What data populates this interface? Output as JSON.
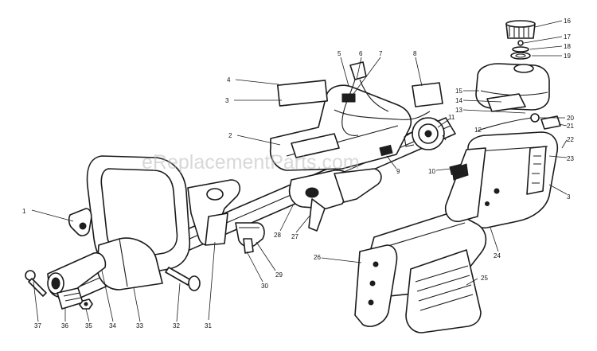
{
  "watermark": "eReplacementParts.com",
  "callouts": [
    {
      "id": "1",
      "label": "1"
    },
    {
      "id": "2",
      "label": "2"
    },
    {
      "id": "3a",
      "label": "3"
    },
    {
      "id": "3b",
      "label": "3"
    },
    {
      "id": "4",
      "label": "4"
    },
    {
      "id": "5",
      "label": "5"
    },
    {
      "id": "6",
      "label": "6"
    },
    {
      "id": "7",
      "label": "7"
    },
    {
      "id": "8",
      "label": "8"
    },
    {
      "id": "9",
      "label": "9"
    },
    {
      "id": "10",
      "label": "10"
    },
    {
      "id": "11",
      "label": "11"
    },
    {
      "id": "12",
      "label": "12"
    },
    {
      "id": "13",
      "label": "13"
    },
    {
      "id": "14",
      "label": "14"
    },
    {
      "id": "15",
      "label": "15"
    },
    {
      "id": "16",
      "label": "16"
    },
    {
      "id": "17",
      "label": "17"
    },
    {
      "id": "18",
      "label": "18"
    },
    {
      "id": "19",
      "label": "19"
    },
    {
      "id": "20",
      "label": "20"
    },
    {
      "id": "21",
      "label": "21"
    },
    {
      "id": "22",
      "label": "22"
    },
    {
      "id": "23",
      "label": "23"
    },
    {
      "id": "24",
      "label": "24"
    },
    {
      "id": "25",
      "label": "25"
    },
    {
      "id": "26",
      "label": "26"
    },
    {
      "id": "27",
      "label": "27"
    },
    {
      "id": "28",
      "label": "28"
    },
    {
      "id": "29",
      "label": "29"
    },
    {
      "id": "30",
      "label": "30"
    },
    {
      "id": "31",
      "label": "31"
    },
    {
      "id": "32",
      "label": "32"
    },
    {
      "id": "33",
      "label": "33"
    },
    {
      "id": "34",
      "label": "34"
    },
    {
      "id": "35",
      "label": "35"
    },
    {
      "id": "36",
      "label": "36"
    },
    {
      "id": "37",
      "label": "37"
    }
  ]
}
